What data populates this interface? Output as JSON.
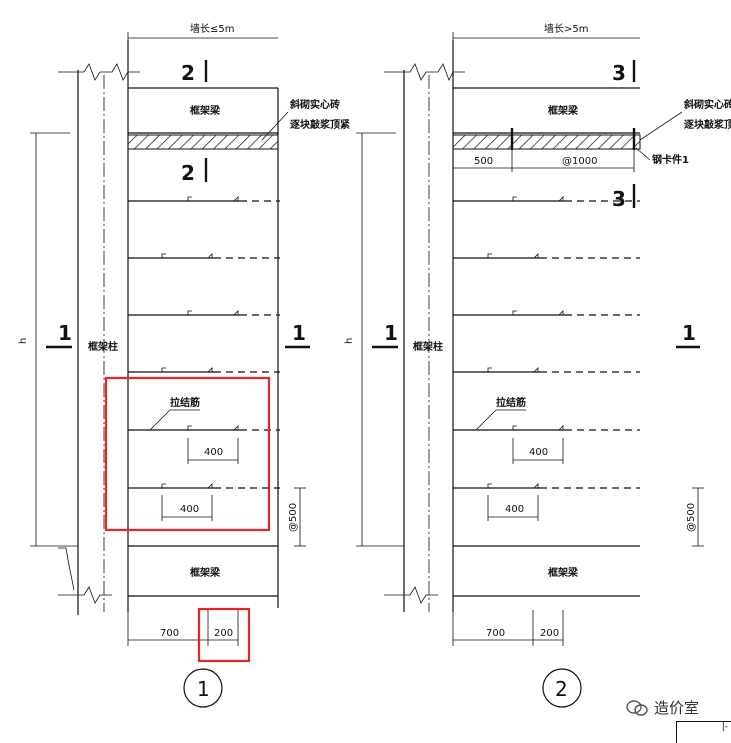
{
  "panel1": {
    "top_label": "墙长≤5m",
    "section_top": "2",
    "section_mid": "2",
    "beam_top": "框架梁",
    "beam_bottom": "框架梁",
    "masonry_note_line1": "斜砌实心砖",
    "masonry_note_line2": "逐块敲浆顶紧",
    "tie_bar": "拉结筋",
    "column": "框架柱",
    "section_left": "1",
    "section_right": "1",
    "h_label": "h",
    "dim_400_a": "400",
    "dim_400_b": "400",
    "dim_spacing": "@500",
    "dim_700": "700",
    "dim_200": "200",
    "detail_no": "1"
  },
  "panel2": {
    "top_label": "墙长>5m",
    "section_top": "3",
    "section_mid": "3",
    "beam_top": "框架梁",
    "beam_bottom": "框架梁",
    "masonry_note_line1": "斜砌实心砖",
    "masonry_note_line2": "逐块敲浆顶紧",
    "steel_clip": "钢卡件1",
    "dim_500": "500",
    "dim_1000": "@1000",
    "tie_bar": "拉结筋",
    "column": "框架柱",
    "section_left": "1",
    "section_right": "1",
    "h_label": "h",
    "dim_400_a": "400",
    "dim_400_b": "400",
    "dim_spacing": "@500",
    "dim_700": "700",
    "dim_200": "200",
    "detail_no": "2"
  },
  "watermark": {
    "text": "造价室",
    "icon": "wechat-icon"
  },
  "corner_text": "|-"
}
